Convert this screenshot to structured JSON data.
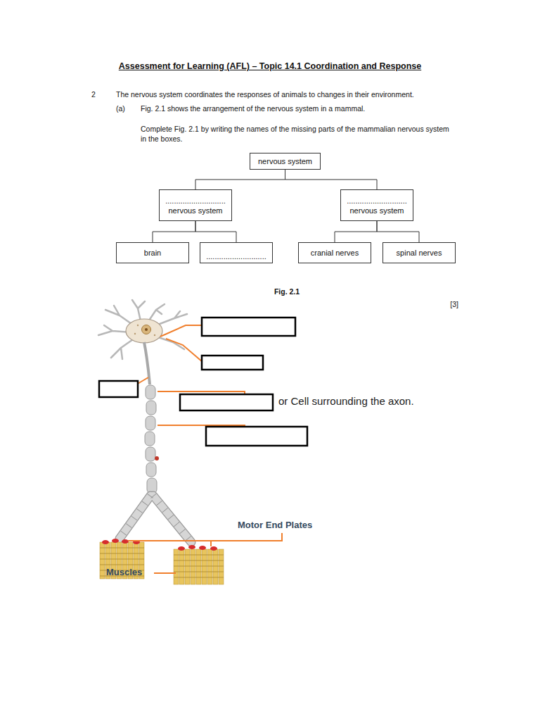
{
  "diagram": {
    "title": "Assessment for Learning (AFL) – Topic 14.1 Coordination and Response",
    "caption": "Fig. 2.1",
    "nodes": [
      {
        "text": [
          "nervous system"
        ]
      },
      {
        "text": [
          "............................",
          "nervous system"
        ]
      },
      {
        "text": [
          "............................",
          "nervous system"
        ]
      },
      {
        "text": [
          "brain"
        ]
      },
      {
        "text": [
          "............................"
        ]
      },
      {
        "text": [
          "cranial nerves"
        ]
      },
      {
        "text": [
          "spinal nerves"
        ]
      }
    ],
    "edges": [
      {
        "from": 0,
        "to": 1,
        "arrow": "none"
      },
      {
        "from": 0,
        "to": 2,
        "arrow": "none"
      },
      {
        "from": 1,
        "to": 3,
        "arrow": "none"
      },
      {
        "from": 1,
        "to": 4,
        "arrow": "none"
      },
      {
        "from": 2,
        "to": 5,
        "arrow": "none"
      },
      {
        "from": 2,
        "to": 6,
        "arrow": "none"
      }
    ],
    "labels": [
      "2",
      "The nervous system coordinates the responses of animals to changes in their environment.",
      "(a)",
      "Fig. 2.1 shows the arrangement of the nervous system in a mammal.",
      "Complete Fig. 2.1 by writing the names of the missing parts of the mammalian nervous system in the boxes.",
      "[3]",
      "or Cell surrounding the axon.",
      "Motor End Plates",
      "Muscles"
    ]
  }
}
